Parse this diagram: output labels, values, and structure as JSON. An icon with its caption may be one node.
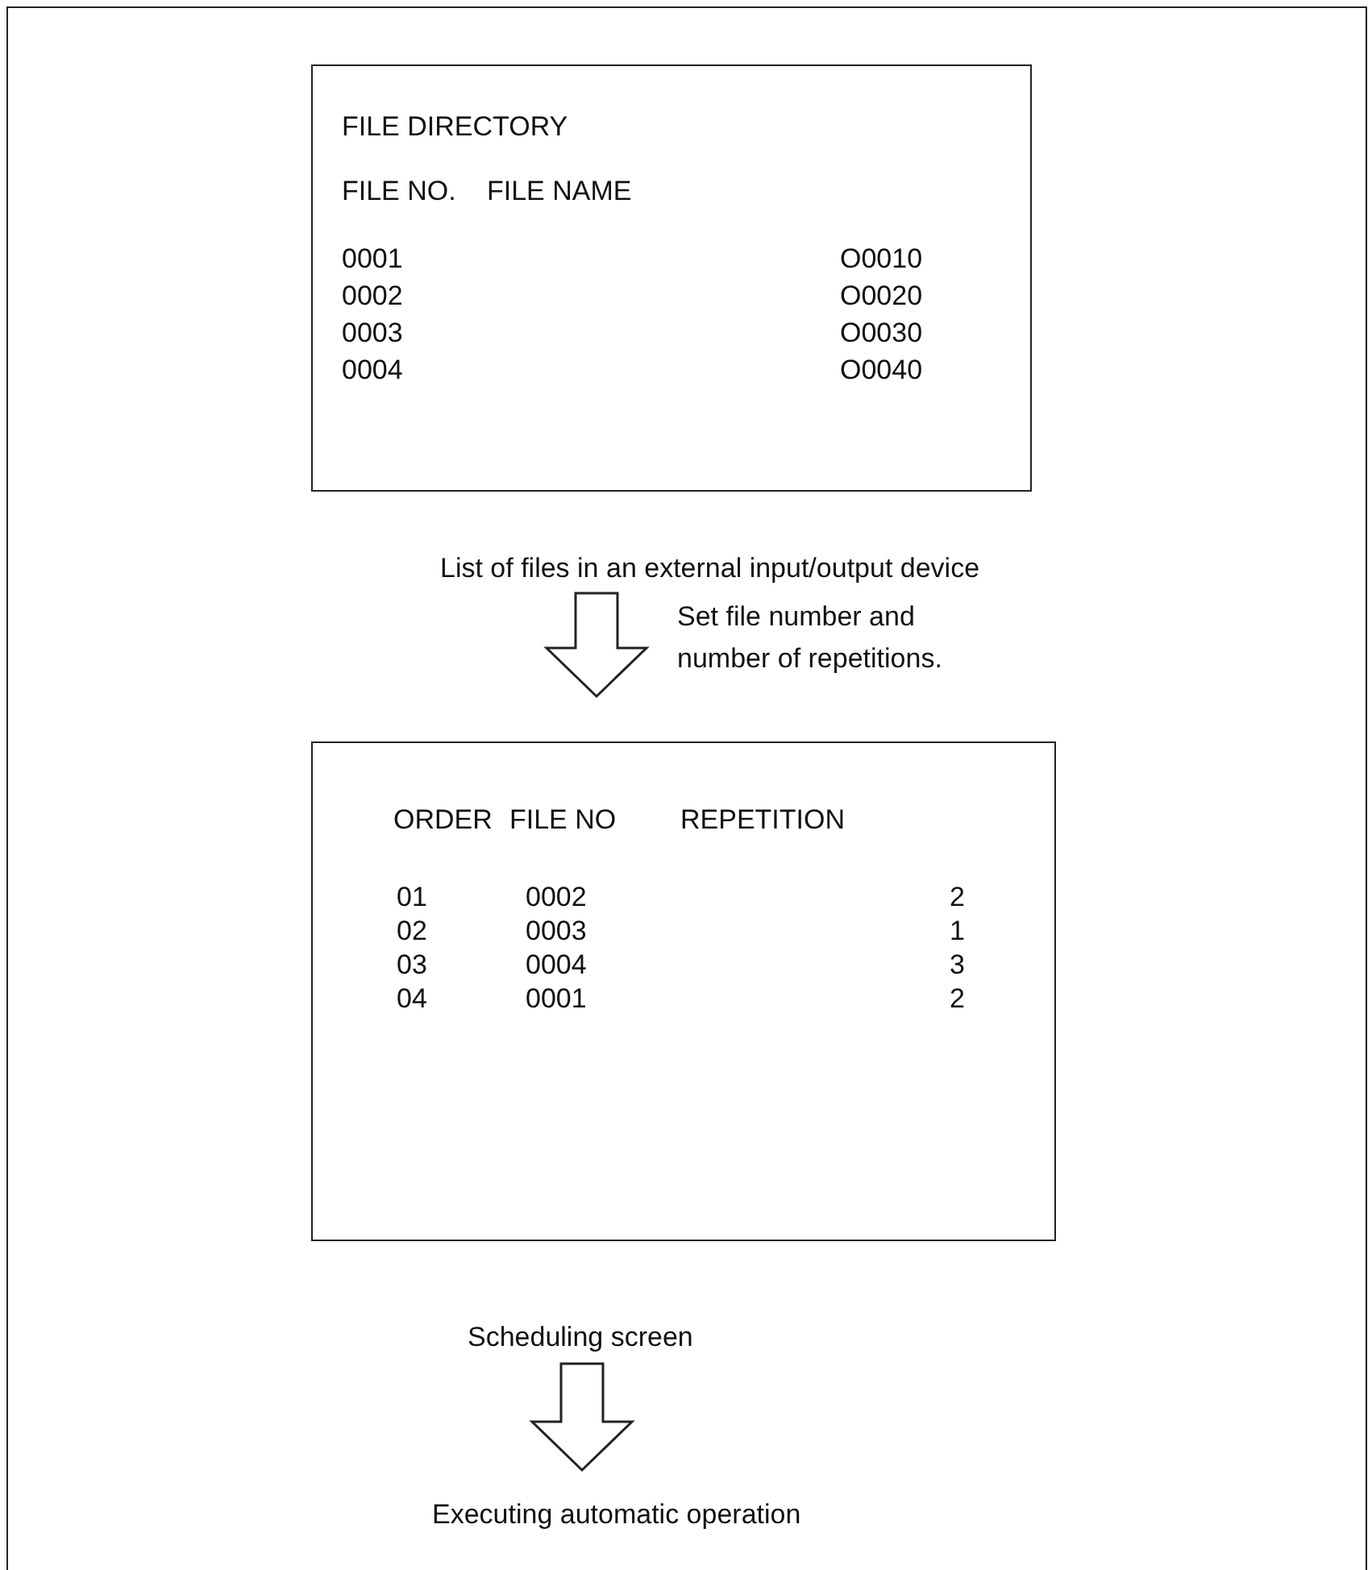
{
  "diagram": {
    "nodes": [
      {
        "text": [
          "FILE DIRECTORY",
          "FILE NO.",
          "FILE NAME",
          "0001",
          "O0010",
          "0002",
          "O0020",
          "0003",
          "O0030",
          "0004",
          "O0040"
        ],
        "beside": [
          "List of files in an external input/output device"
        ]
      },
      {
        "text": [
          "ORDER",
          "FILE NO",
          "REPETITION",
          "01",
          "0002",
          "2",
          "02",
          "0003",
          "1",
          "03",
          "0004",
          "3",
          "04",
          "0001",
          "2"
        ],
        "beside": [
          "Scheduling screen"
        ]
      },
      {
        "text": [
          "Executing automatic operation"
        ]
      }
    ],
    "edges": [
      {
        "from": 0,
        "to": 1,
        "arrow": "to",
        "label": "Set file number and number of repetitions."
      },
      {
        "from": 1,
        "to": 2,
        "arrow": "to"
      }
    ]
  }
}
